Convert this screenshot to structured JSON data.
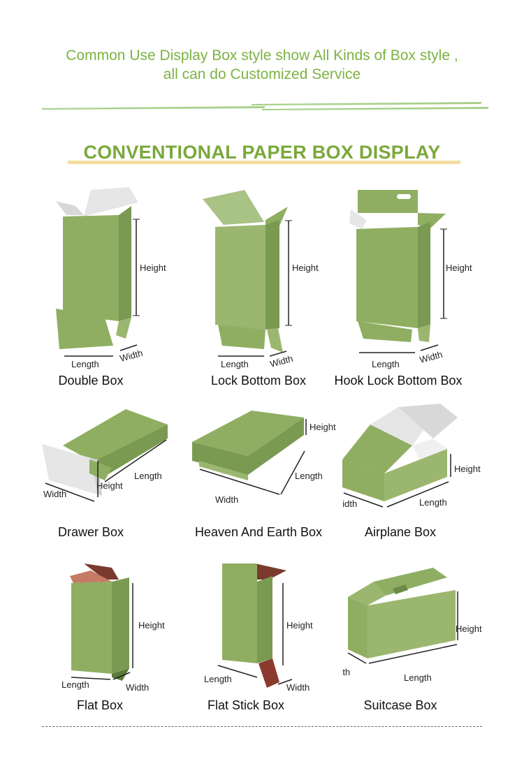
{
  "header": {
    "line1": "Common Use Display Box style show All Kinds of Box style ,",
    "line2": "all can do Customized Service"
  },
  "section_title": "CONVENTIONAL PAPER BOX DISPLAY",
  "colors": {
    "green": "#8fae62",
    "green_dark": "#7a9a52",
    "accent": "#7cb342",
    "underline": "#f2dca0"
  },
  "dimension_labels": {
    "height": "Height",
    "length": "Length",
    "width": "Width"
  },
  "boxes": [
    {
      "name": "Double Box"
    },
    {
      "name": "Lock Bottom Box"
    },
    {
      "name": "Hook Lock Bottom Box"
    },
    {
      "name": "Drawer Box"
    },
    {
      "name": "Heaven And Earth Box"
    },
    {
      "name": "Airplane Box"
    },
    {
      "name": "Flat Box"
    },
    {
      "name": "Flat Stick Box"
    },
    {
      "name": "Suitcase Box"
    }
  ]
}
